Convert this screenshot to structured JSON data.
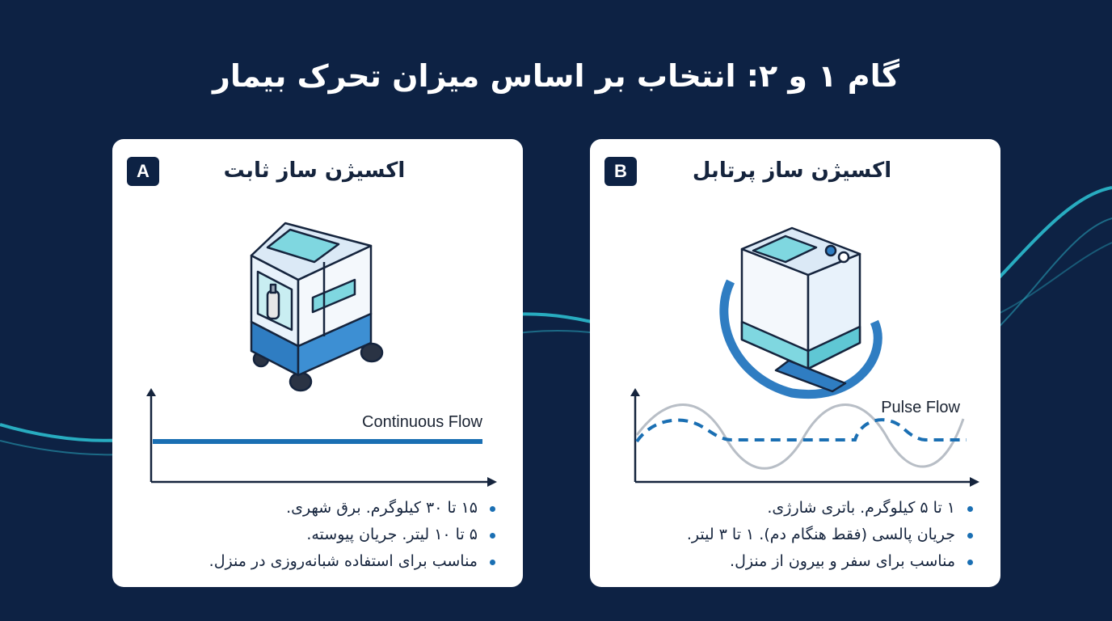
{
  "title": "گام ۱ و ۲: انتخاب بر اساس میزان تحرک بیمار",
  "colors": {
    "background": "#0d2244",
    "accent": "#1a6fb3",
    "wave": "#2ec4d6"
  },
  "cards": [
    {
      "badge": "A",
      "title": "اکسیژن ساز ثابت",
      "device_icon": "stationary-oxygen-concentrator-icon",
      "chart_label": "Continuous Flow",
      "bullets": [
        "۱۵ تا ۳۰ کیلوگرم. برق شهری.",
        "۵ تا ۱۰ لیتر. جریان پیوسته.",
        "مناسب برای استفاده شبانه‌روزی در منزل."
      ]
    },
    {
      "badge": "B",
      "title": "اکسیژن ساز پرتابل",
      "device_icon": "portable-oxygen-concentrator-icon",
      "chart_label": "Pulse Flow",
      "bullets": [
        "۱ تا ۵ کیلوگرم. باتری شارژی.",
        "جریان پالسی (فقط هنگام دم). ۱ تا ۳ لیتر.",
        "مناسب برای سفر و بیرون از منزل."
      ]
    }
  ]
}
